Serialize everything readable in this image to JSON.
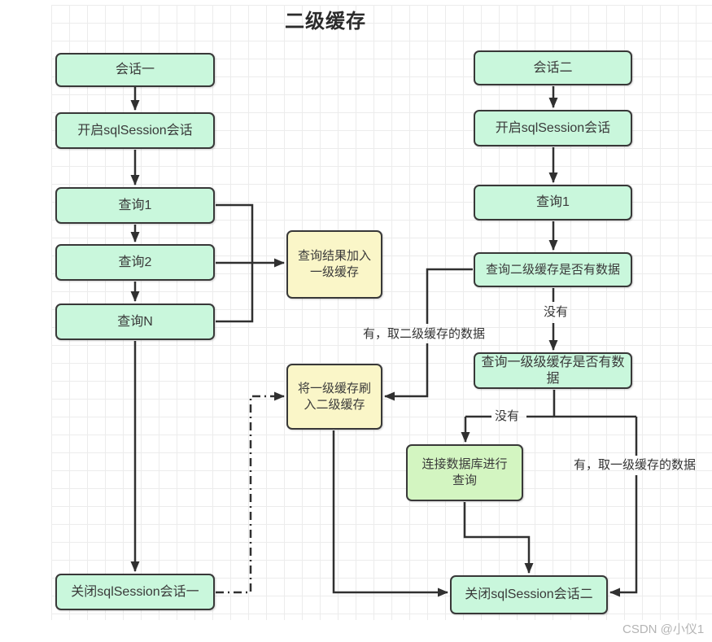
{
  "title": "二级缓存",
  "watermark": "CSDN @小仪1",
  "colors": {
    "node_mint": "#c9f7dc",
    "node_yellow": "#faf6c8",
    "node_green": "#d3f5c1",
    "border": "#383838",
    "line": "#303030",
    "grid": "#ececec",
    "watermark": "#b4b4b4"
  },
  "nodes": {
    "session1": {
      "label": "会话一"
    },
    "open_session1": {
      "label": "开启sqlSession会话"
    },
    "query1_left": {
      "label": "查询1"
    },
    "query2_left": {
      "label": "查询2"
    },
    "queryN_left": {
      "label": "查询N"
    },
    "close_session1": {
      "label": "关闭sqlSession会话一"
    },
    "session2": {
      "label": "会话二"
    },
    "open_session2": {
      "label": "开启sqlSession会话"
    },
    "query1_right": {
      "label": "查询1"
    },
    "check_l2_cache": {
      "label": "查询二级缓存是否有数据"
    },
    "check_l1_cache": {
      "label": "查询一级级缓存是否有数\n据"
    },
    "add_to_l1": {
      "label": "查询结果加入\n一级缓存"
    },
    "flush_to_l2": {
      "label": "将一级缓存刷\n入二级缓存"
    },
    "db_query": {
      "label": "连接数据库进行\n查询"
    },
    "close_session2": {
      "label": "关闭sqlSession会话二"
    }
  },
  "edge_labels": {
    "no_1": "没有",
    "no_2": "没有",
    "hit_l2": "有，取二级缓存的数据",
    "hit_l1": "有，取一级缓存的数据"
  }
}
